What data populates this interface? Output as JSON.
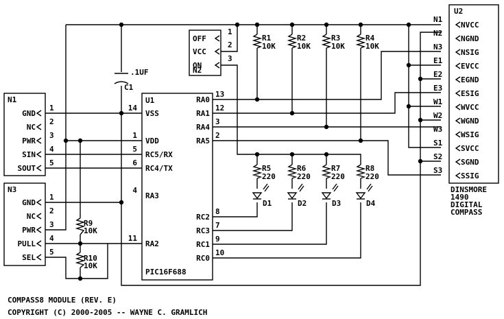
{
  "u2": {
    "ref": "U2",
    "description": [
      "DINSMORE",
      "1490",
      "DIGITAL",
      "COMPASS"
    ],
    "pins": [
      {
        "num": "N1",
        "name": "NVCC"
      },
      {
        "num": "N2",
        "name": "NGND"
      },
      {
        "num": "N3",
        "name": "NSIG"
      },
      {
        "num": "E1",
        "name": "EVCC"
      },
      {
        "num": "E2",
        "name": "EGND"
      },
      {
        "num": "E3",
        "name": "ESIG"
      },
      {
        "num": "W1",
        "name": "WVCC"
      },
      {
        "num": "W2",
        "name": "WGND"
      },
      {
        "num": "W3",
        "name": "WSIG"
      },
      {
        "num": "S1",
        "name": "SVCC"
      },
      {
        "num": "S2",
        "name": "SGND"
      },
      {
        "num": "S3",
        "name": "SSIG"
      }
    ]
  },
  "u1": {
    "ref": "U1",
    "part": "PIC16F688",
    "left_pins": [
      {
        "num": "14",
        "name": "VSS"
      },
      {
        "num": "1",
        "name": "VDD"
      },
      {
        "num": "5",
        "name": "RC5/RX"
      },
      {
        "num": "6",
        "name": "RC4/TX"
      },
      {
        "num": "4",
        "name": "RA3"
      },
      {
        "num": "11",
        "name": "RA2"
      }
    ],
    "right_pins": [
      {
        "num": "13",
        "name": "RA0"
      },
      {
        "num": "12",
        "name": "RA1"
      },
      {
        "num": "3",
        "name": "RA4"
      },
      {
        "num": "2",
        "name": "RA5"
      },
      {
        "num": "8",
        "name": "RC2"
      },
      {
        "num": "7",
        "name": "RC3"
      },
      {
        "num": "9",
        "name": "RC1"
      },
      {
        "num": "10",
        "name": "RC0"
      }
    ]
  },
  "n2": {
    "ref": "N2",
    "pins": [
      {
        "num": "1",
        "name": "OFF"
      },
      {
        "num": "2",
        "name": "VCC"
      },
      {
        "num": "3",
        "name": "ON"
      }
    ]
  },
  "n1": {
    "ref": "N1",
    "pins": [
      {
        "num": "1",
        "name": "GND"
      },
      {
        "num": "2",
        "name": "NC"
      },
      {
        "num": "3",
        "name": "PWR"
      },
      {
        "num": "4",
        "name": "SIN"
      },
      {
        "num": "5",
        "name": "SOUT"
      }
    ]
  },
  "n3": {
    "ref": "N3",
    "pins": [
      {
        "num": "1",
        "name": "GND"
      },
      {
        "num": "2",
        "name": "NC"
      },
      {
        "num": "3",
        "name": "PWR"
      },
      {
        "num": "4",
        "name": "PULL"
      },
      {
        "num": "5",
        "name": "SEL"
      }
    ]
  },
  "c1": {
    "ref": "C1",
    "value": ".1UF"
  },
  "pullups": [
    {
      "ref": "R1",
      "value": "10K"
    },
    {
      "ref": "R2",
      "value": "10K"
    },
    {
      "ref": "R3",
      "value": "10K"
    },
    {
      "ref": "R4",
      "value": "10K"
    }
  ],
  "led_resistors": [
    {
      "ref": "R5",
      "value": "220"
    },
    {
      "ref": "R6",
      "value": "220"
    },
    {
      "ref": "R7",
      "value": "220"
    },
    {
      "ref": "R8",
      "value": "220"
    }
  ],
  "leds": [
    {
      "ref": "D1"
    },
    {
      "ref": "D2"
    },
    {
      "ref": "D3"
    },
    {
      "ref": "D4"
    }
  ],
  "r9": {
    "ref": "R9",
    "value": "10K"
  },
  "r10": {
    "ref": "R10",
    "value": "10K"
  },
  "footer": {
    "title": "COMPASS8 MODULE (REV. E)",
    "copyright": "COPYRIGHT (C) 2000-2005 -- WAYNE C. GRAMLICH"
  }
}
